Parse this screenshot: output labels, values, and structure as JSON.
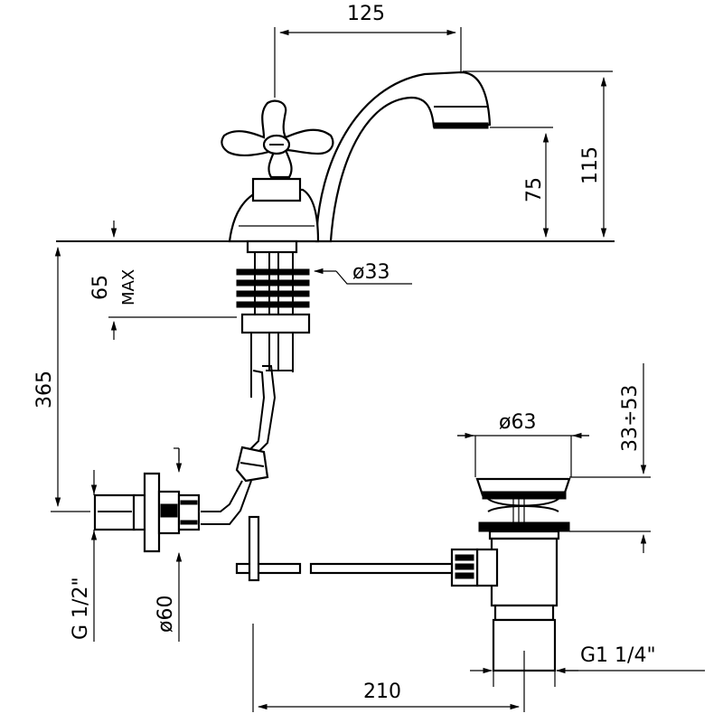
{
  "dimensions": {
    "spout_reach": "125",
    "total_height": "115",
    "spout_height": "75",
    "stem_diameter": "ø33",
    "deck_thickness": "65",
    "deck_max": "MAX",
    "hose_length": "365",
    "waste_diameter": "ø63",
    "waste_adjust": "33÷53",
    "inlet_thread": "G 1/2\"",
    "inlet_diameter": "ø60",
    "waste_thread": "G1  1/4\"",
    "waste_offset": "210"
  }
}
